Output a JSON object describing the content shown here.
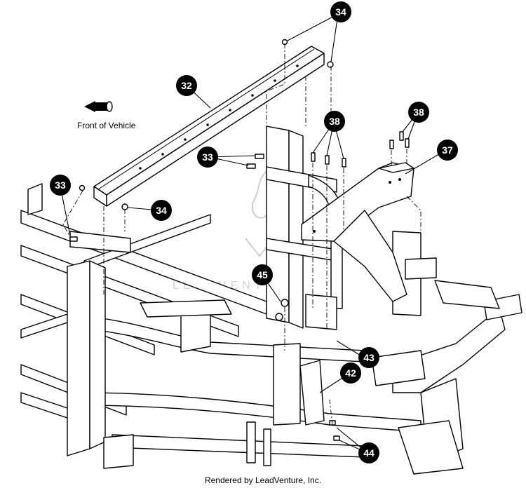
{
  "front_label": "Front of Vehicle",
  "caption": "Rendered by LeadVenture, Inc.",
  "watermark_text": "LEADVENTURE",
  "callouts": [
    {
      "id": "34a",
      "label": "34"
    },
    {
      "id": "32",
      "label": "32"
    },
    {
      "id": "38a",
      "label": "38"
    },
    {
      "id": "38b",
      "label": "38"
    },
    {
      "id": "37",
      "label": "37"
    },
    {
      "id": "33a",
      "label": "33"
    },
    {
      "id": "33b",
      "label": "33"
    },
    {
      "id": "34b",
      "label": "34"
    },
    {
      "id": "45",
      "label": "45"
    },
    {
      "id": "43",
      "label": "43"
    },
    {
      "id": "42",
      "label": "42"
    },
    {
      "id": "44",
      "label": "44"
    }
  ]
}
